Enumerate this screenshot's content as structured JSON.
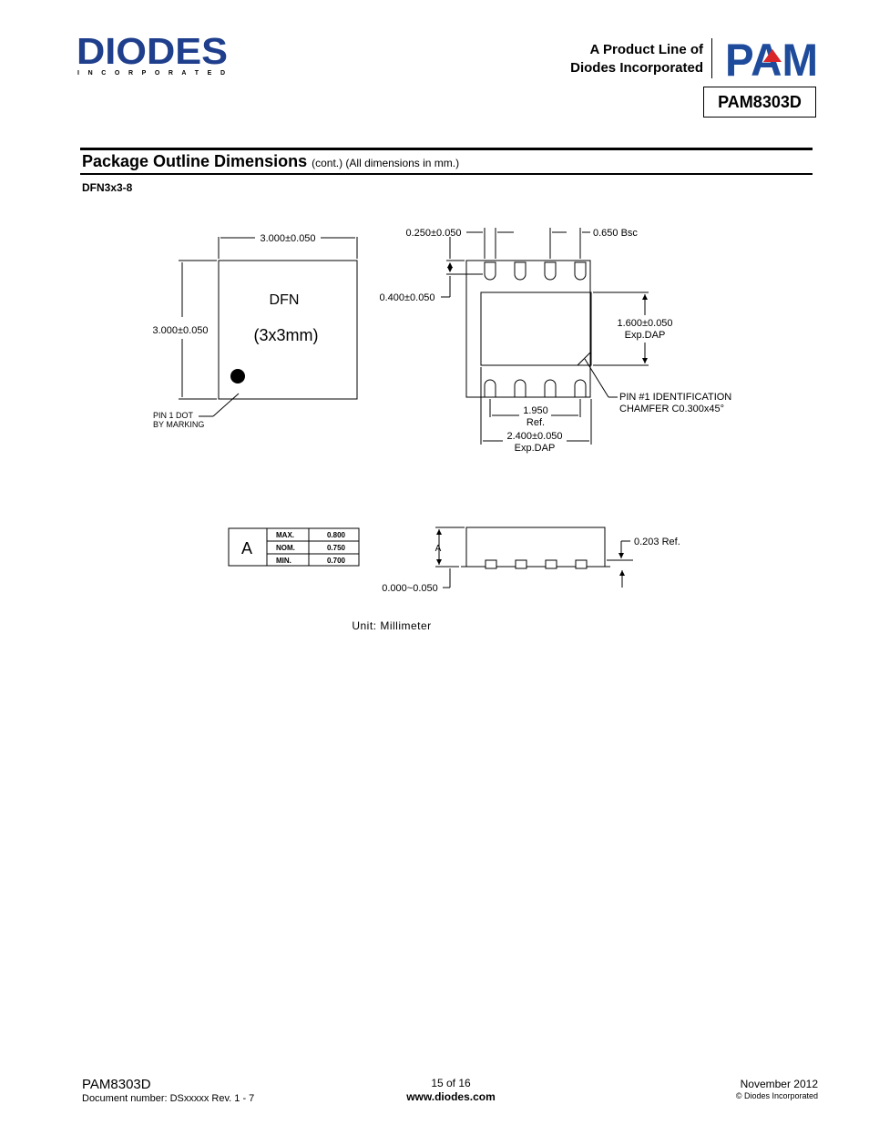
{
  "header": {
    "company_logo_text": "DIODES",
    "company_logo_subtext": "I N C O R P O R A T E D",
    "tagline_line1": "A Product Line of",
    "tagline_line2": "Diodes Incorporated",
    "product_logo_text": "PAM",
    "part_number": "PAM8303D",
    "colors": {
      "diodes_blue": "#1f3f8c",
      "pam_blue": "#1e4b9b",
      "pam_red": "#d9252a"
    }
  },
  "section": {
    "title": "Package Outline Dimensions",
    "subtitle": "(cont.) (All dimensions in mm.)",
    "package_name": "DFN3x3-8"
  },
  "drawing": {
    "top_view": {
      "width_dim": "3.000±0.050",
      "height_dim": "3.000±0.050",
      "label_line1": "DFN",
      "label_line2": "(3x3mm)",
      "pin1_note_line1": "PIN 1 DOT",
      "pin1_note_line2": "BY MARKING"
    },
    "bottom_view": {
      "pad_width": "0.250±0.050",
      "pitch": "0.650 Bsc",
      "pad_length": "0.400±0.050",
      "dap_height_line1": "1.600±0.050",
      "dap_height_line2": "Exp.DAP",
      "pin1_id_line1": "PIN #1 IDENTIFICATION",
      "pin1_id_line2": "CHAMFER C0.300x45°",
      "ref_width_line1": "1.950",
      "ref_width_line2": "Ref.",
      "dap_width_line1": "2.400±0.050",
      "dap_width_line2": "Exp.DAP"
    },
    "thickness_table": {
      "symbol": "A",
      "rows": [
        {
          "label": "MAX.",
          "value": "0.800"
        },
        {
          "label": "NOM.",
          "value": "0.750"
        },
        {
          "label": "MIN.",
          "value": "0.700"
        }
      ]
    },
    "side_view": {
      "height_symbol": "A",
      "standoff": "0.000~0.050",
      "lead_thickness": "0.203 Ref."
    },
    "unit_note": "Unit: Millimeter"
  },
  "footer": {
    "part_number": "PAM8303D",
    "doc_number": "Document number: DSxxxxx Rev. 1 - 7",
    "page": "15 of 16",
    "website": "www.diodes.com",
    "date": "November 2012",
    "copyright": "© Diodes Incorporated"
  }
}
